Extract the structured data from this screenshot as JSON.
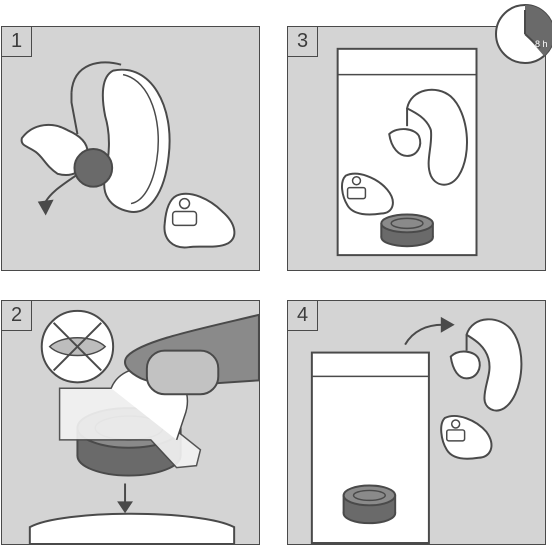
{
  "panels": [
    {
      "number": "1"
    },
    {
      "number": "3"
    },
    {
      "number": "2"
    },
    {
      "number": "4"
    }
  ],
  "clock": {
    "label": "8 h",
    "icon": "clock-icon"
  },
  "colors": {
    "panel_bg": "#d4d4d4",
    "stroke": "#4a4a4a",
    "battery": "#6a6a6a",
    "white": "#ffffff"
  }
}
